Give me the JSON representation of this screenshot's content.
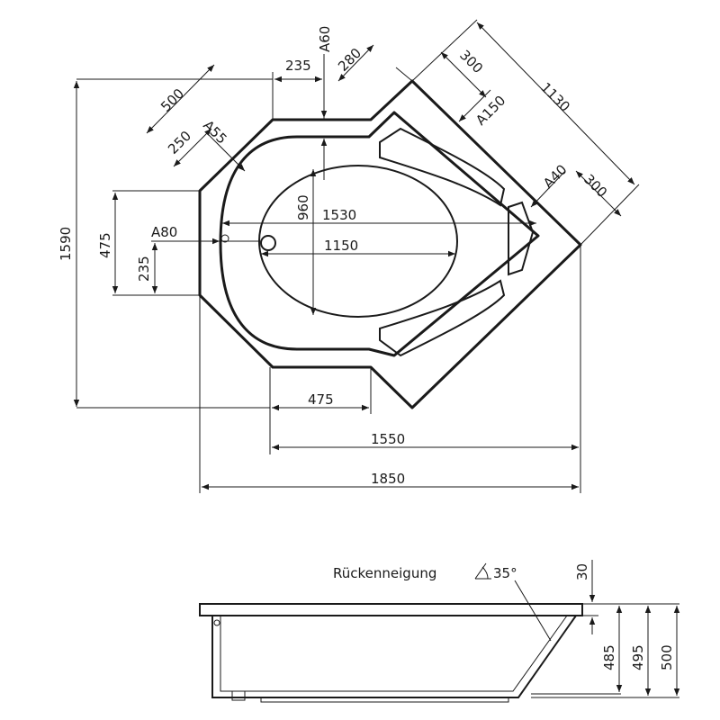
{
  "plan_dimensions": {
    "d500": "500",
    "d250": "250",
    "a55": "A55",
    "d235_top": "235",
    "a60": "A60",
    "d280": "280",
    "d300_top": "300",
    "a150": "A150",
    "d1130": "1130",
    "a40": "A40",
    "d300_right": "300",
    "d1590": "1590",
    "d475_left": "475",
    "a80": "A80",
    "d235_left": "235",
    "d960": "960",
    "d1530": "1530",
    "d1150": "1150",
    "d475_bottom": "475",
    "d1550": "1550",
    "d1850": "1850"
  },
  "section_dimensions": {
    "back_slope": "Rückenneigung",
    "back_slope_angle": "35°",
    "d30": "30",
    "d485": "485",
    "d495": "495",
    "d500": "500"
  }
}
